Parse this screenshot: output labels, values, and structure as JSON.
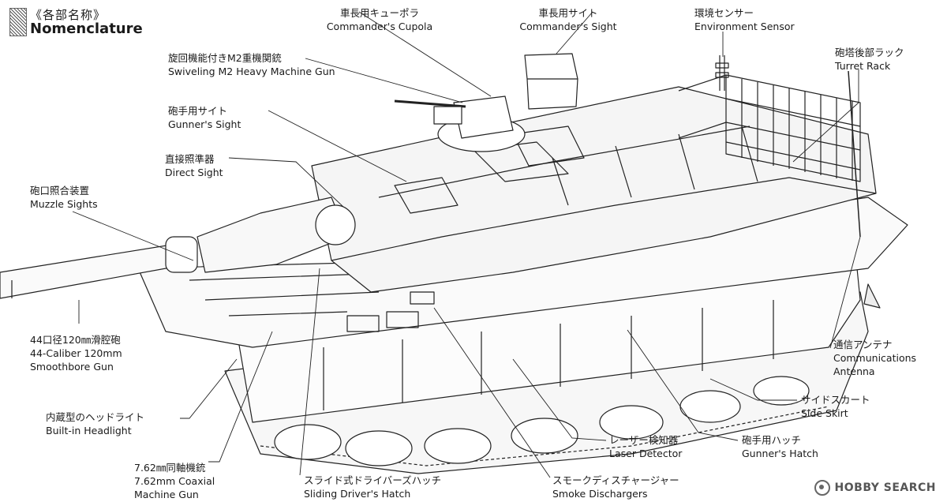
{
  "header": {
    "title_jp": "《各部名称》",
    "title_en": "Nomenclature"
  },
  "labels": {
    "cupola": {
      "jp": "車長用キューポラ",
      "en": "Commander's Cupola"
    },
    "cmd_sight": {
      "jp": "車長用サイト",
      "en": "Commander's Sight"
    },
    "env_sensor": {
      "jp": "環境センサー",
      "en": "Environment Sensor"
    },
    "turret_rack": {
      "jp": "砲塔後部ラック",
      "en": "Turret Rack"
    },
    "m2": {
      "jp": "旋回機能付きM2重機関銃",
      "en": "Swiveling M2 Heavy Machine Gun"
    },
    "gunner_sight": {
      "jp": "砲手用サイト",
      "en": "Gunner's Sight"
    },
    "direct_sight": {
      "jp": "直接照準器",
      "en": "Direct Sight"
    },
    "muzzle": {
      "jp": "砲口照合装置",
      "en": "Muzzle Sights"
    },
    "main_gun": {
      "jp": "44口径120㎜滑腔砲",
      "en1": "44-Caliber 120mm",
      "en2": "Smoothbore Gun"
    },
    "headlight": {
      "jp": "内蔵型のヘッドライト",
      "en": "Built-in Headlight"
    },
    "coax": {
      "jp": "7.62㎜同軸機銃",
      "en1": "7.62mm Coaxial",
      "en2": "Machine Gun"
    },
    "driver_hatch": {
      "jp": "スライド式ドライバーズハッチ",
      "en": "Sliding Driver's Hatch"
    },
    "smoke": {
      "jp": "スモークディスチャージャー",
      "en": "Smoke Dischargers"
    },
    "laser": {
      "jp": "レーザー検知器",
      "en": "Laser Detector"
    },
    "gunner_hatch": {
      "jp": "砲手用ハッチ",
      "en": "Gunner's Hatch"
    },
    "side_skirt": {
      "jp": "サイドスカート",
      "en": "Side Skirt"
    },
    "antenna": {
      "jp": "通信アンテナ",
      "en1": "Communications",
      "en2": "Antenna"
    }
  },
  "watermark": "HOBBY SEARCH"
}
